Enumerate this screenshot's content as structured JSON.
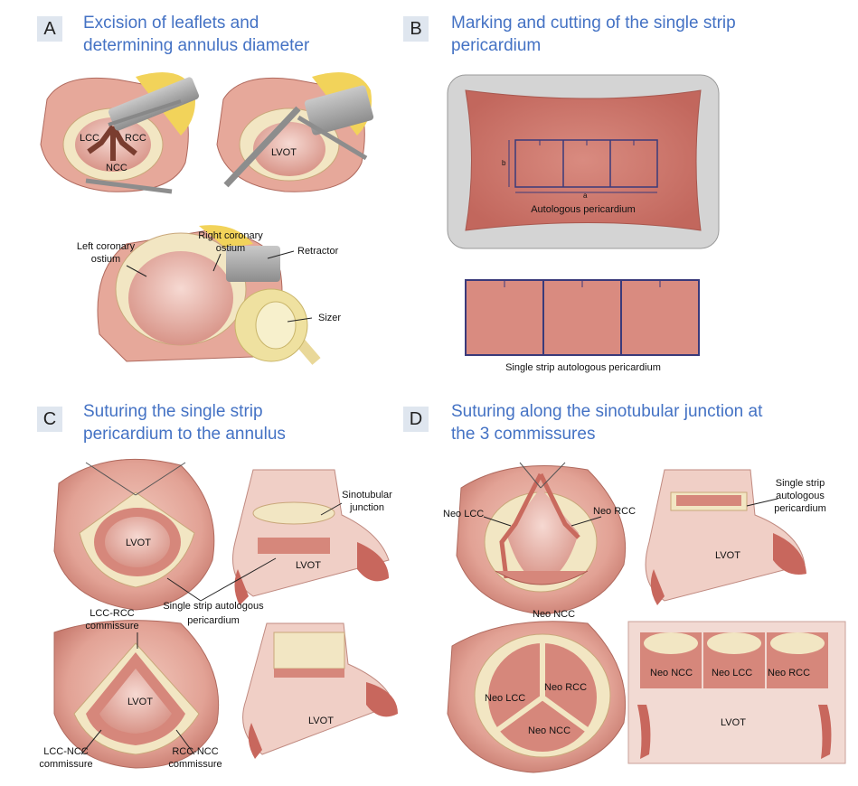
{
  "panels": [
    {
      "letter": "A",
      "title_line1": "Excision of leaflets and",
      "title_line2": "determining annulus diameter"
    },
    {
      "letter": "B",
      "title_line1": "Marking and cutting of the single strip",
      "title_line2": "pericardium"
    },
    {
      "letter": "C",
      "title_line1": "Suturing the single strip",
      "title_line2": "pericardium to the annulus"
    },
    {
      "letter": "D",
      "title_line1": "Suturing along the sinotubular junction at",
      "title_line2": "the 3 commissures"
    }
  ],
  "labels": {
    "a_lcc": "LCC",
    "a_rcc": "RCC",
    "a_ncc": "NCC",
    "a_lvot": "LVOT",
    "a_left_coronary_1": "Left coronary",
    "a_left_coronary_2": "ostium",
    "a_right_coronary_1": "Right coronary",
    "a_right_coronary_2": "ostium",
    "a_retractor": "Retractor",
    "a_sizer": "Sizer",
    "b_dim_b": "b",
    "b_dim_a": "a",
    "b_autologous": "Autologous pericardium",
    "b_single_strip": "Single strip autologous pericardium",
    "c_lvot1": "LVOT",
    "c_lvot2": "LVOT",
    "c_lvot3": "LVOT",
    "c_lvot4": "LVOT",
    "c_sino_1": "Sinotubular",
    "c_sino_2": "junction",
    "c_strip_1": "Single strip autologous",
    "c_strip_2": "pericardium",
    "c_lcc_rcc_1": "LCC-RCC",
    "c_lcc_rcc_2": "commissure",
    "c_lcc_ncc_1": "LCC-NCC",
    "c_lcc_ncc_2": "commissure",
    "c_rcc_ncc_1": "RCC-NCC",
    "c_rcc_ncc_2": "commissure",
    "d_neo_lcc": "Neo LCC",
    "d_neo_rcc": "Neo RCC",
    "d_neo_ncc": "Neo NCC",
    "d_strip_1": "Single strip",
    "d_strip_2": "autologous",
    "d_strip_3": "pericardium",
    "d_lvot1": "LVOT",
    "d_neo_lcc2": "Neo LCC",
    "d_neo_rcc2": "Neo RCC",
    "d_neo_ncc2": "Neo NCC",
    "d_neo_ncc3": "Neo NCC",
    "d_neo_lcc3": "Neo LCC",
    "d_neo_rcc3": "Neo RCC",
    "d_lvot2": "LVOT"
  }
}
